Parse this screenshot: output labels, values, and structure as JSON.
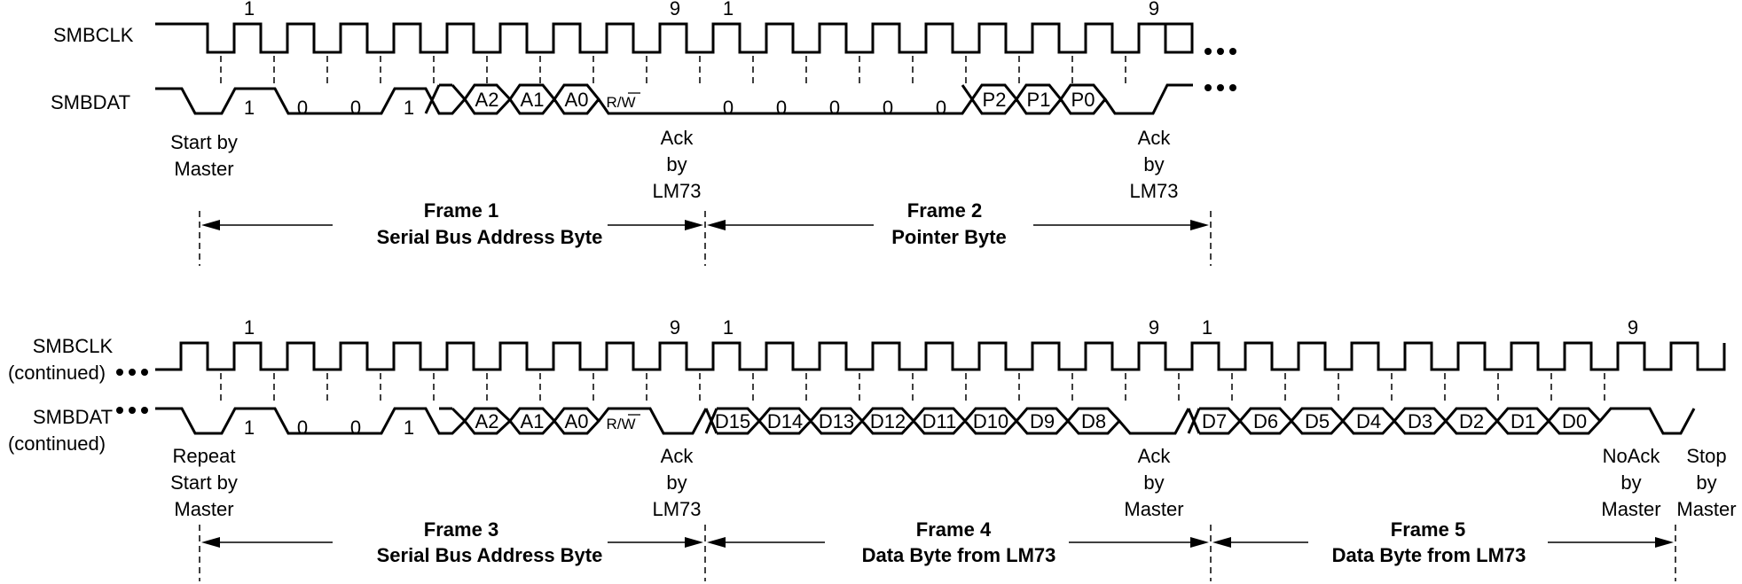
{
  "top": {
    "clk_label": "SMBCLK",
    "dat_label": "SMBDAT",
    "clk_numbers": [
      "1",
      "9",
      "1",
      "9"
    ],
    "bits": [
      "1",
      "0",
      "0",
      "1",
      "A2",
      "A1",
      "A0",
      "R/W",
      "0",
      "0",
      "0",
      "0",
      "0",
      "P2",
      "P1",
      "P0"
    ],
    "annotations": {
      "start": [
        "Start by",
        "Master"
      ],
      "ack1": [
        "Ack",
        "by",
        "LM73"
      ],
      "ack2": [
        "Ack",
        "by",
        "LM73"
      ]
    },
    "frames": [
      {
        "title": "Frame 1",
        "subtitle": "Serial Bus Address Byte"
      },
      {
        "title": "Frame 2",
        "subtitle": "Pointer Byte"
      }
    ]
  },
  "bottom": {
    "clk_label": [
      "SMBCLK",
      "(continued)"
    ],
    "dat_label": [
      "SMBDAT",
      "(continued)"
    ],
    "clk_numbers": [
      "1",
      "9",
      "1",
      "9",
      "1",
      "9"
    ],
    "bits": [
      "1",
      "0",
      "0",
      "1",
      "A2",
      "A1",
      "A0",
      "R/W",
      "D15",
      "D14",
      "D13",
      "D12",
      "D11",
      "D10",
      "D9",
      "D8",
      "D7",
      "D6",
      "D5",
      "D4",
      "D3",
      "D2",
      "D1",
      "D0"
    ],
    "annotations": {
      "repeat_start": [
        "Repeat",
        "Start by",
        "Master"
      ],
      "ack1": [
        "Ack",
        "by",
        "LM73"
      ],
      "ack2": [
        "Ack",
        "by",
        "Master"
      ],
      "noack": [
        "NoAck",
        "by",
        "Master"
      ],
      "stop": [
        "Stop",
        "by",
        "Master"
      ]
    },
    "frames": [
      {
        "title": "Frame 3",
        "subtitle": "Serial Bus Address Byte"
      },
      {
        "title": "Frame 4",
        "subtitle": "Data Byte from LM73"
      },
      {
        "title": "Frame 5",
        "subtitle": "Data Byte from LM73"
      }
    ]
  }
}
